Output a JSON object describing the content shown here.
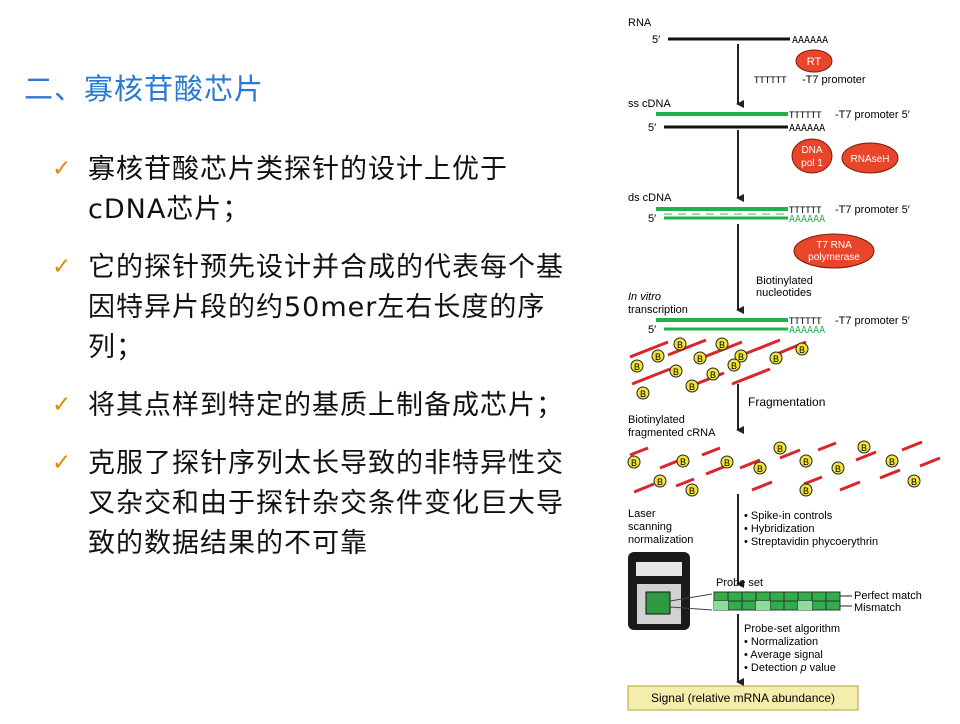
{
  "slide": {
    "title": "二、寡核苷酸芯片",
    "bullets": [
      "寡核苷酸芯片类探针的设计上优于cDNA芯片；",
      "它的探针预先设计并合成的代表每个基因特异片段的约50mer左右长度的序列；",
      "将其点样到特定的基质上制备成芯片；",
      "克服了探针序列太长导致的非特异性交叉杂交和由于探针杂交条件变化巨大导致的数据结果的不可靠"
    ]
  },
  "figure": {
    "rna_label": "RNA",
    "ss_cdna_label": "ss cDNA",
    "ds_cdna_label": "ds cDNA",
    "ivt_line1": "In vitro",
    "ivt_line2": "transcription",
    "five_prime": "5′",
    "poly_a": "AAAAAA",
    "poly_t": "TTTTTT",
    "t7_promoter": "-T7 promoter",
    "t7_promoter_5": "-T7 promoter 5′",
    "rt": "RT",
    "dna_pol_1": "DNA",
    "dna_pol_2": "pol 1",
    "rnaseh": "RNAseH",
    "t7_rna_1": "T7 RNA",
    "t7_rna_2": "polymerase",
    "biotin_nuc_1": "Biotinylated",
    "biotin_nuc_2": "nucleotides",
    "biotin_mark": "B",
    "fragmentation": "Fragmentation",
    "biotin_frag_1": "Biotinylated",
    "biotin_frag_2": "fragmented cRNA",
    "laser_1": "Laser",
    "laser_2": "scanning",
    "laser_3": "normalization",
    "hyb_steps": [
      "• Spike-in controls",
      "• Hybridization",
      "• Streptavidin phycoerythrin"
    ],
    "probe_set": "Probe set",
    "perfect_match": "Perfect match",
    "mismatch": "Mismatch",
    "psa_title": "Probe-set algorithm",
    "psa_steps": [
      "• Normalization",
      "• Average signal"
    ],
    "detection_prefix": "• Detection ",
    "detection_p": "p",
    "detection_suffix": " value",
    "signal": "Signal (relative mRNA abundance)"
  },
  "colors": {
    "title": "#2a7ad4",
    "check": "#e08a00",
    "green_strand": "#22b24c",
    "red_fragment": "#d8262b",
    "biotin": "#f1e43a",
    "signal_box": "#f4eeac"
  }
}
